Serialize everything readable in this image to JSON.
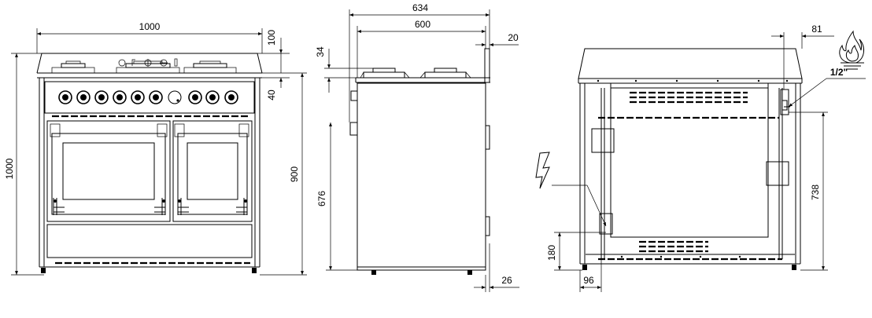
{
  "front_view": {
    "width_top": "1000",
    "height_total": "1000",
    "height_worktop": "900",
    "upstand": "100",
    "panel_offset": "40"
  },
  "side_view": {
    "depth_total": "634",
    "depth_body": "600",
    "handle_offset": "20",
    "hob_height": "34",
    "body_height": "676",
    "foot_offset": "26"
  },
  "rear_view": {
    "gas_offset": "81",
    "gas_thread": "1/2\"",
    "gas_height": "738",
    "elec_height": "180",
    "elec_offset": "96"
  },
  "icons": {
    "gas": "flame-icon",
    "electric": "lightning-arrow-icon"
  }
}
